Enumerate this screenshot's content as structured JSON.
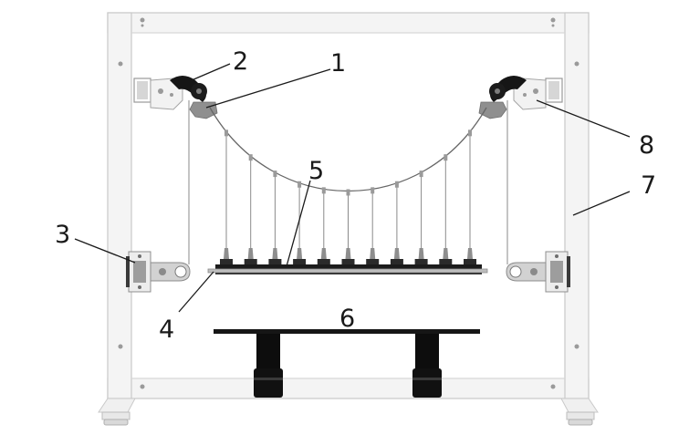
{
  "diagram": {
    "callouts": [
      {
        "id": "1",
        "label": "1"
      },
      {
        "id": "2",
        "label": "2"
      },
      {
        "id": "3",
        "label": "3"
      },
      {
        "id": "4",
        "label": "4"
      },
      {
        "id": "5",
        "label": "5"
      },
      {
        "id": "6",
        "label": "6"
      },
      {
        "id": "7",
        "label": "7"
      },
      {
        "id": "8",
        "label": "8"
      }
    ],
    "hanger_count": 11,
    "colors": {
      "frame": "#f4f4f4",
      "frame_edge": "#c9c9c9",
      "dark": "#111111",
      "metal": "#8f8f8f",
      "cable": "#666666"
    }
  }
}
